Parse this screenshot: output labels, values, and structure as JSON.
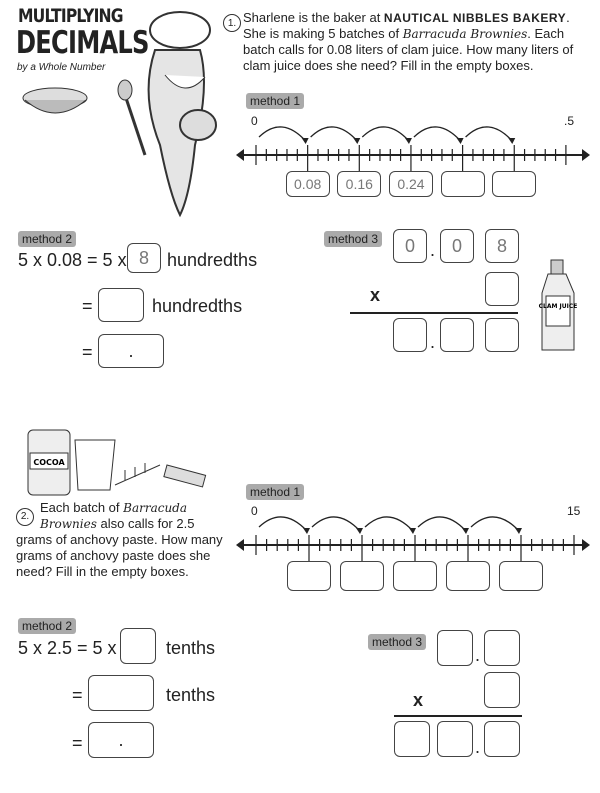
{
  "header": {
    "title_line1": "MULTIPLYING",
    "title_line2": "DECIMALS",
    "subtitle": "by a Whole Number"
  },
  "problem1": {
    "number": "1.",
    "text_a": "Sharlene is the baker at ",
    "bakery": "NAUTICAL NIBBLES BAKERY",
    "text_b": ". She is making 5 batches of ",
    "recipe": "Barracuda Brownies",
    "text_c": ". Each batch calls for 0.08 liters of clam juice. How many liters of clam juice does she need? Fill in the empty boxes.",
    "method1": {
      "label": "method 1",
      "start": "0",
      "end": ".5",
      "boxes": [
        "0.08",
        "0.16",
        "0.24",
        "",
        ""
      ]
    },
    "method2": {
      "label": "method 2",
      "line1_left": "5 x 0.08 = 5 x",
      "line1_box": "8",
      "unit": "hundredths",
      "eq": "=",
      "dot": "."
    },
    "method3": {
      "label": "method 3",
      "top": [
        "0",
        ".",
        "0",
        "8"
      ],
      "times": "x",
      "dot": "."
    },
    "bottle_label": "CLAM JUICE"
  },
  "problem2": {
    "number": "2.",
    "text_a": "Each batch of ",
    "recipe": "Barracuda Brownies",
    "text_b": " also calls for 2.5 grams of anchovy paste. How many grams of anchovy paste does she need? Fill in the empty boxes.",
    "jar_label": "COCOA",
    "method1": {
      "label": "method 1",
      "start": "0",
      "end": "15",
      "boxes": [
        "",
        "",
        "",
        "",
        ""
      ]
    },
    "method2": {
      "label": "method 2",
      "line1_left": "5 x 2.5 = 5 x",
      "unit": "tenths",
      "eq": "=",
      "dot": "."
    },
    "method3": {
      "label": "method 3",
      "times": "x",
      "dot": "."
    }
  }
}
